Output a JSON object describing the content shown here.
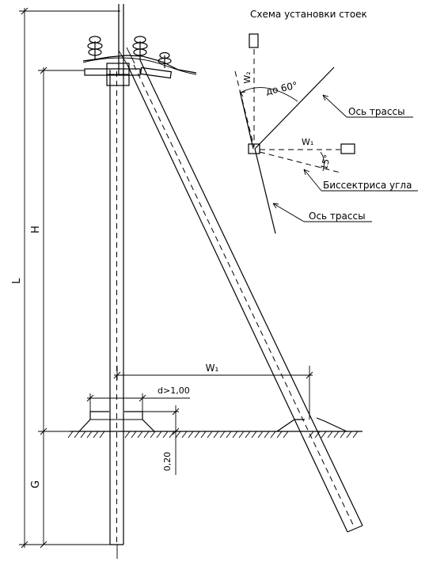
{
  "drawing": {
    "dimensions": {
      "L": "L",
      "H": "H",
      "G": "G",
      "W1": "W₁",
      "d": "d>1,00",
      "depth": "0,20"
    },
    "scheme": {
      "title": "Схема установки стоек",
      "w2": "W₂",
      "w1": "W₁",
      "angle_max": "до 60°",
      "angle_15": "15°",
      "axis_route_1": "Ось трассы",
      "bisector": "Биссектриса угла",
      "axis_route_2": "Ось трассы"
    }
  }
}
